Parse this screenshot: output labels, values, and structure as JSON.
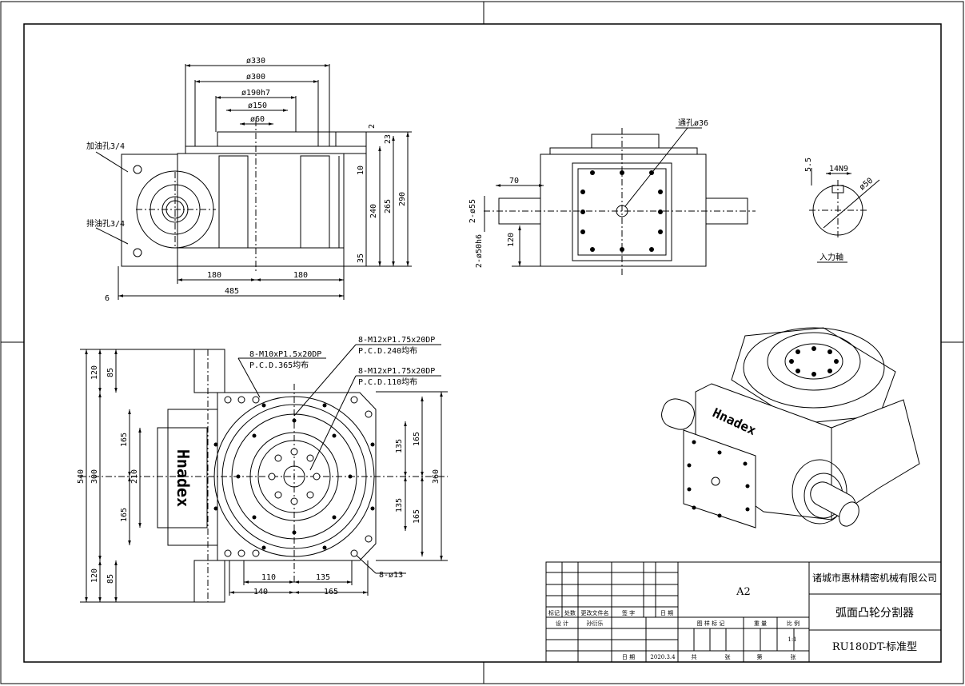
{
  "top_view": {
    "dims": {
      "d330": "ø330",
      "d300": "ø300",
      "d190": "ø190h7",
      "d150": "ø150",
      "d60": "ø60",
      "h2": "2",
      "h23": "23",
      "h10": "10",
      "h240": "240",
      "h265": "265",
      "h290": "290",
      "h35": "35",
      "w180a": "180",
      "w180b": "180",
      "w485": "485",
      "w6": "6"
    },
    "notes": {
      "oil_fill": "加油孔3/4",
      "oil_drain": "排油孔3/4"
    }
  },
  "side_view": {
    "dims": {
      "hole36": "通孔ø36",
      "l70": "70",
      "d55": "2-ø55",
      "d50h6": "2-ø50h6",
      "h120": "120"
    }
  },
  "shaft_section": {
    "dims": {
      "d55": "5.5",
      "key": "14N9",
      "d50": "ø50"
    },
    "label": "入力軸"
  },
  "bottom_view": {
    "notes": {
      "m10": "8-M10xP1.5x20DP",
      "pcd365": "P.C.D.365均布",
      "m12a": "8-M12xP1.75x20DP",
      "pcd240": "P.C.D.240均布",
      "m12b": "8-M12xP1.75x20DP",
      "pcd110": "P.C.D.110均布",
      "holes13": "8-ø13"
    },
    "dims": {
      "v540": "540",
      "v120a": "120",
      "v85a": "85",
      "v300": "300",
      "v165a": "165",
      "v210": "210",
      "v165b": "165",
      "v120b": "120",
      "v85b": "85",
      "v135a": "135",
      "v135b": "135",
      "v165c": "165",
      "v165d": "165",
      "v360": "360",
      "h110": "110",
      "h135": "135",
      "h140": "140",
      "h165": "165"
    },
    "brand": "Hnadex"
  },
  "iso_view": {
    "brand": "Hnadex"
  },
  "title_block": {
    "company": "诸城市惠林精密机械有限公司",
    "product": "弧面凸轮分割器",
    "model": "RU180DT-标准型",
    "sheet_size": "A2",
    "scale": "1:1",
    "date": "2020.3.4",
    "designer": "孙衍乐",
    "labels": {
      "mark": "标记",
      "count": "处数",
      "doc": "更改文件名",
      "sign": "签 字",
      "date_h": "日 期",
      "design": "设 计",
      "stage": "图 样 标 记",
      "weight": "重 量",
      "ratio": "比 例",
      "date_l": "日 期",
      "total": "共",
      "sheets": "张",
      "page": "第",
      "sheet2": "张"
    }
  }
}
